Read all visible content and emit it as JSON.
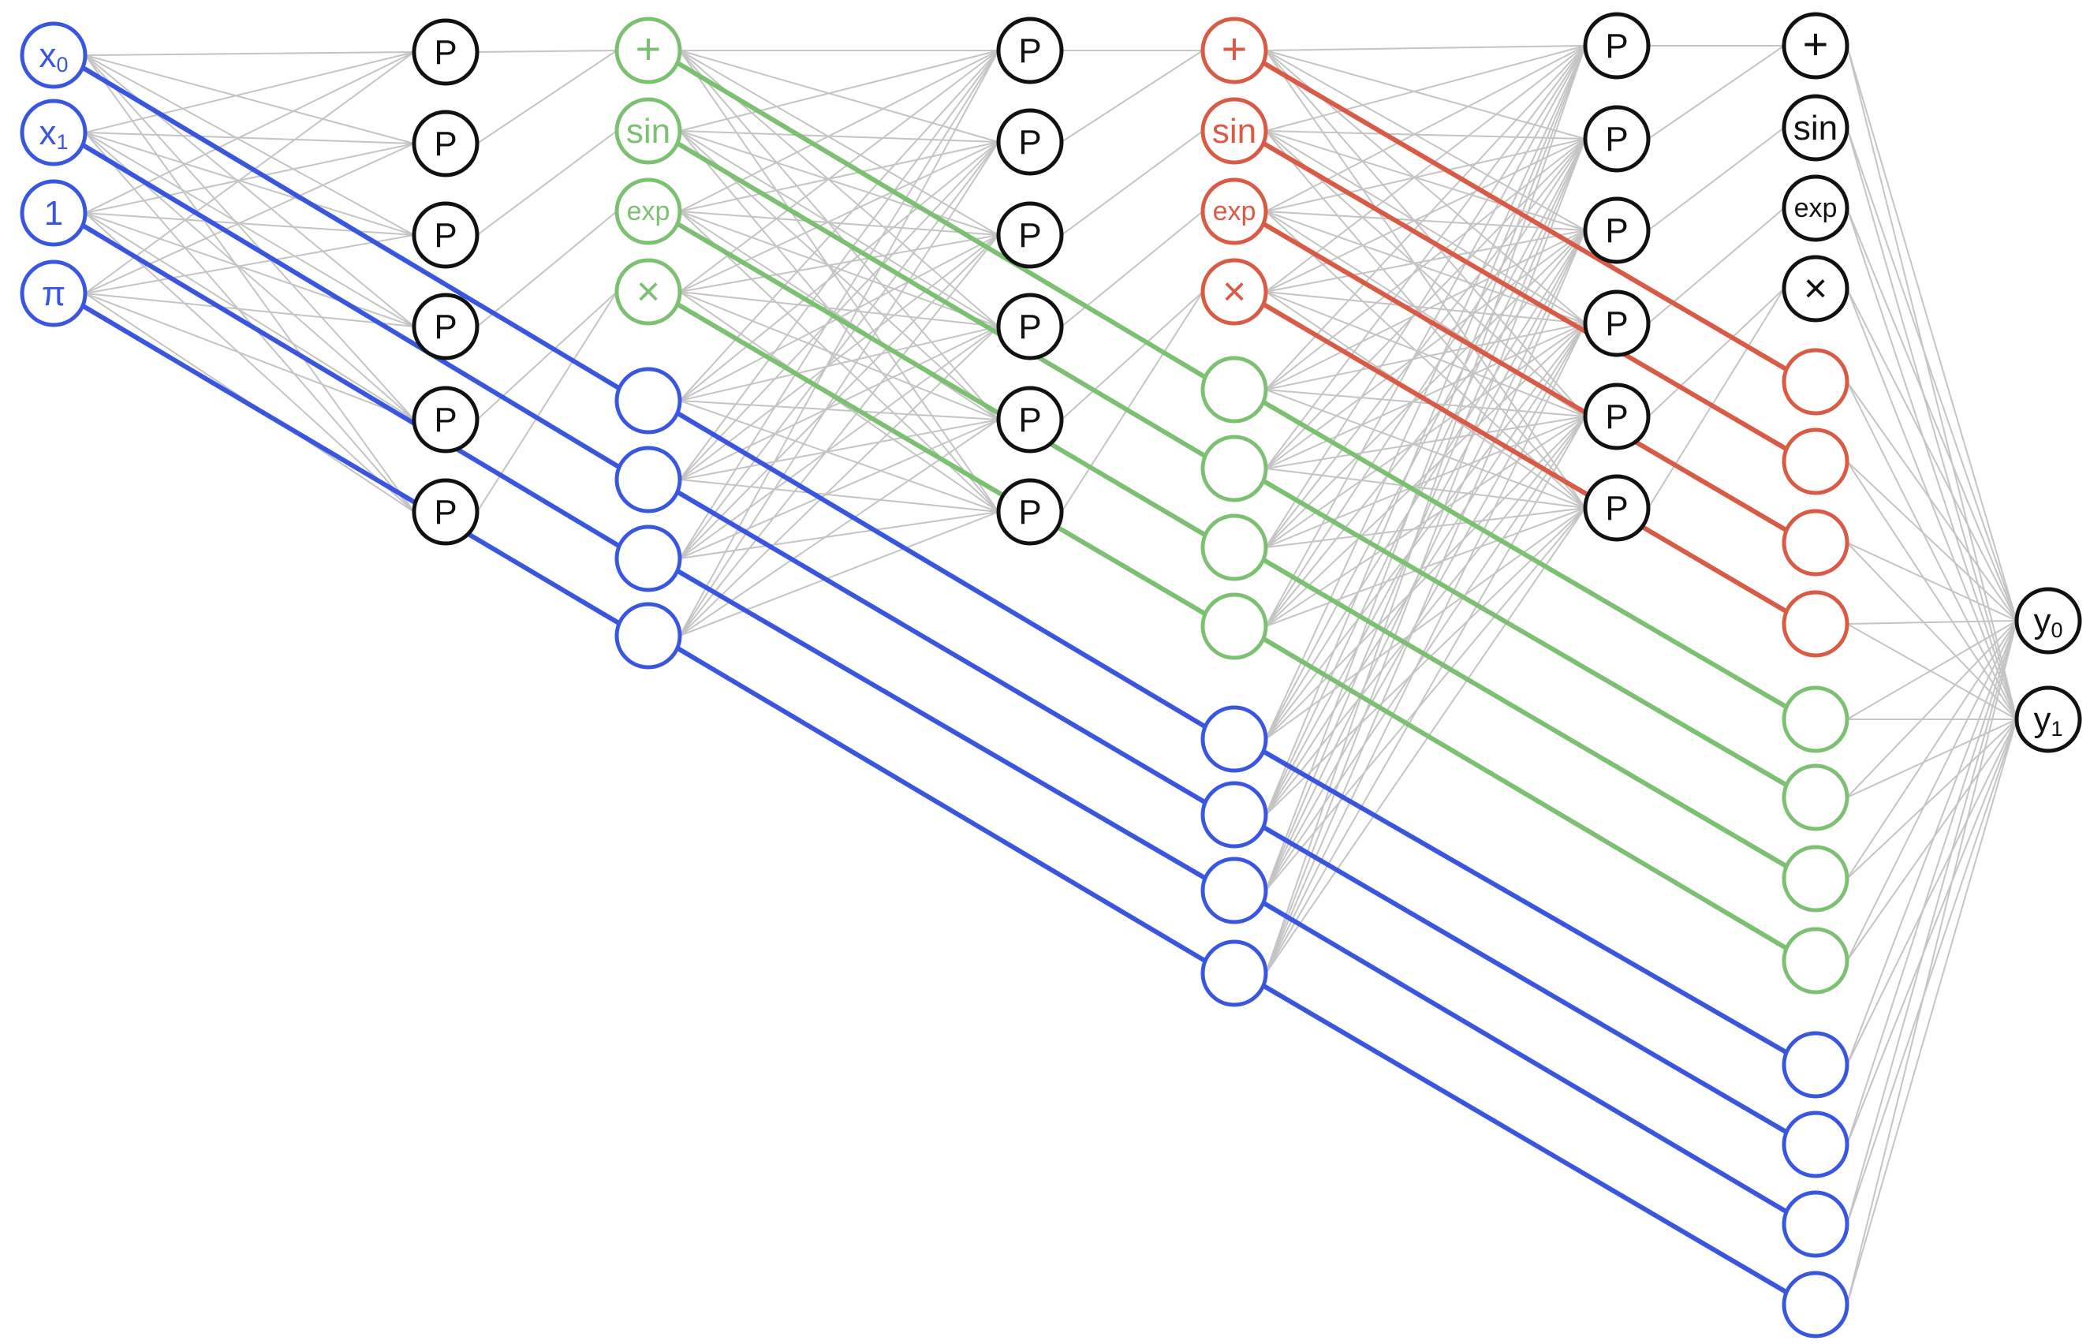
{
  "colors": {
    "input": "#3856e0",
    "layer1": "#7cc172",
    "layer2": "#d95a45",
    "plain": "#111111",
    "edge": "#c4c4c4"
  },
  "inputs": [
    {
      "base": "x",
      "sub": "0"
    },
    {
      "base": "x",
      "sub": "1"
    },
    {
      "base": "1",
      "sub": ""
    },
    {
      "base": "π",
      "sub": ""
    }
  ],
  "poly_label": "P",
  "operators": [
    "+",
    "sin",
    "exp",
    "×"
  ],
  "outputs": [
    {
      "base": "y",
      "sub": "0"
    },
    {
      "base": "y",
      "sub": "1"
    }
  ]
}
